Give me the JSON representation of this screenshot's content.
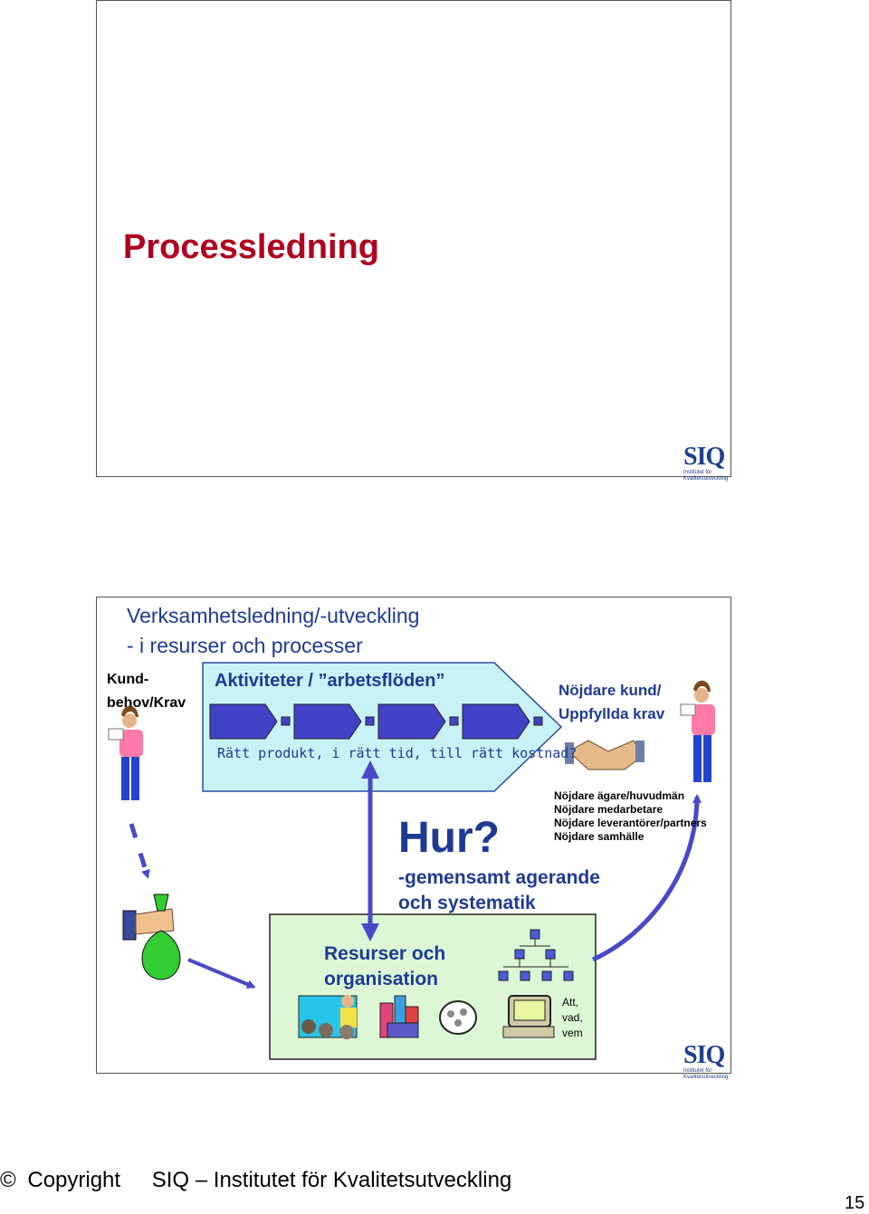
{
  "slide1": {
    "title": "Processledning",
    "logo": {
      "main": "SIQ",
      "sub1": "Institutet för",
      "sub2": "Kvalitetsutveckling"
    }
  },
  "slide2": {
    "heading_line1": "Verksamhetsledning/-utveckling",
    "heading_line2": "- i resurser och processer",
    "kund_line1": "Kund-",
    "kund_line2": "behov/Krav",
    "activities": "Aktiviteter / ”arbetsflöden”",
    "ratt": "Rätt produkt, i rätt tid, till rätt kostnad?",
    "nojd_line1": "Nöjdare kund/",
    "nojd_line2": "Uppfyllda krav",
    "hur": "Hur?",
    "gemen_line1": "-gemensamt agerande",
    "gemen_line2": "och systematik",
    "stakeholders": [
      "Nöjdare ägare/huvudmän",
      "Nöjdare medarbetare",
      "Nöjdare leverantörer/partners",
      "Nöjdare samhälle"
    ],
    "resurs_line1": "Resurser och",
    "resurs_line2": "organisation",
    "att_lines": [
      "Att,",
      "vad,",
      "vem"
    ],
    "logo": {
      "main": "SIQ",
      "sub1": "Institutet för",
      "sub2": "Kvalitetsutveckling"
    }
  },
  "footer": {
    "copyright_symbol": "©",
    "copyright": "Copyright",
    "org": "SIQ – Institutet för Kvalitetsutveckling",
    "page": "15"
  },
  "colors": {
    "title_red": "#b00020",
    "text_blue": "#1f3a93",
    "process_fill": "#c9f2f7",
    "resource_fill": "#ddf7d6",
    "arrow_blue": "#4848c8"
  }
}
